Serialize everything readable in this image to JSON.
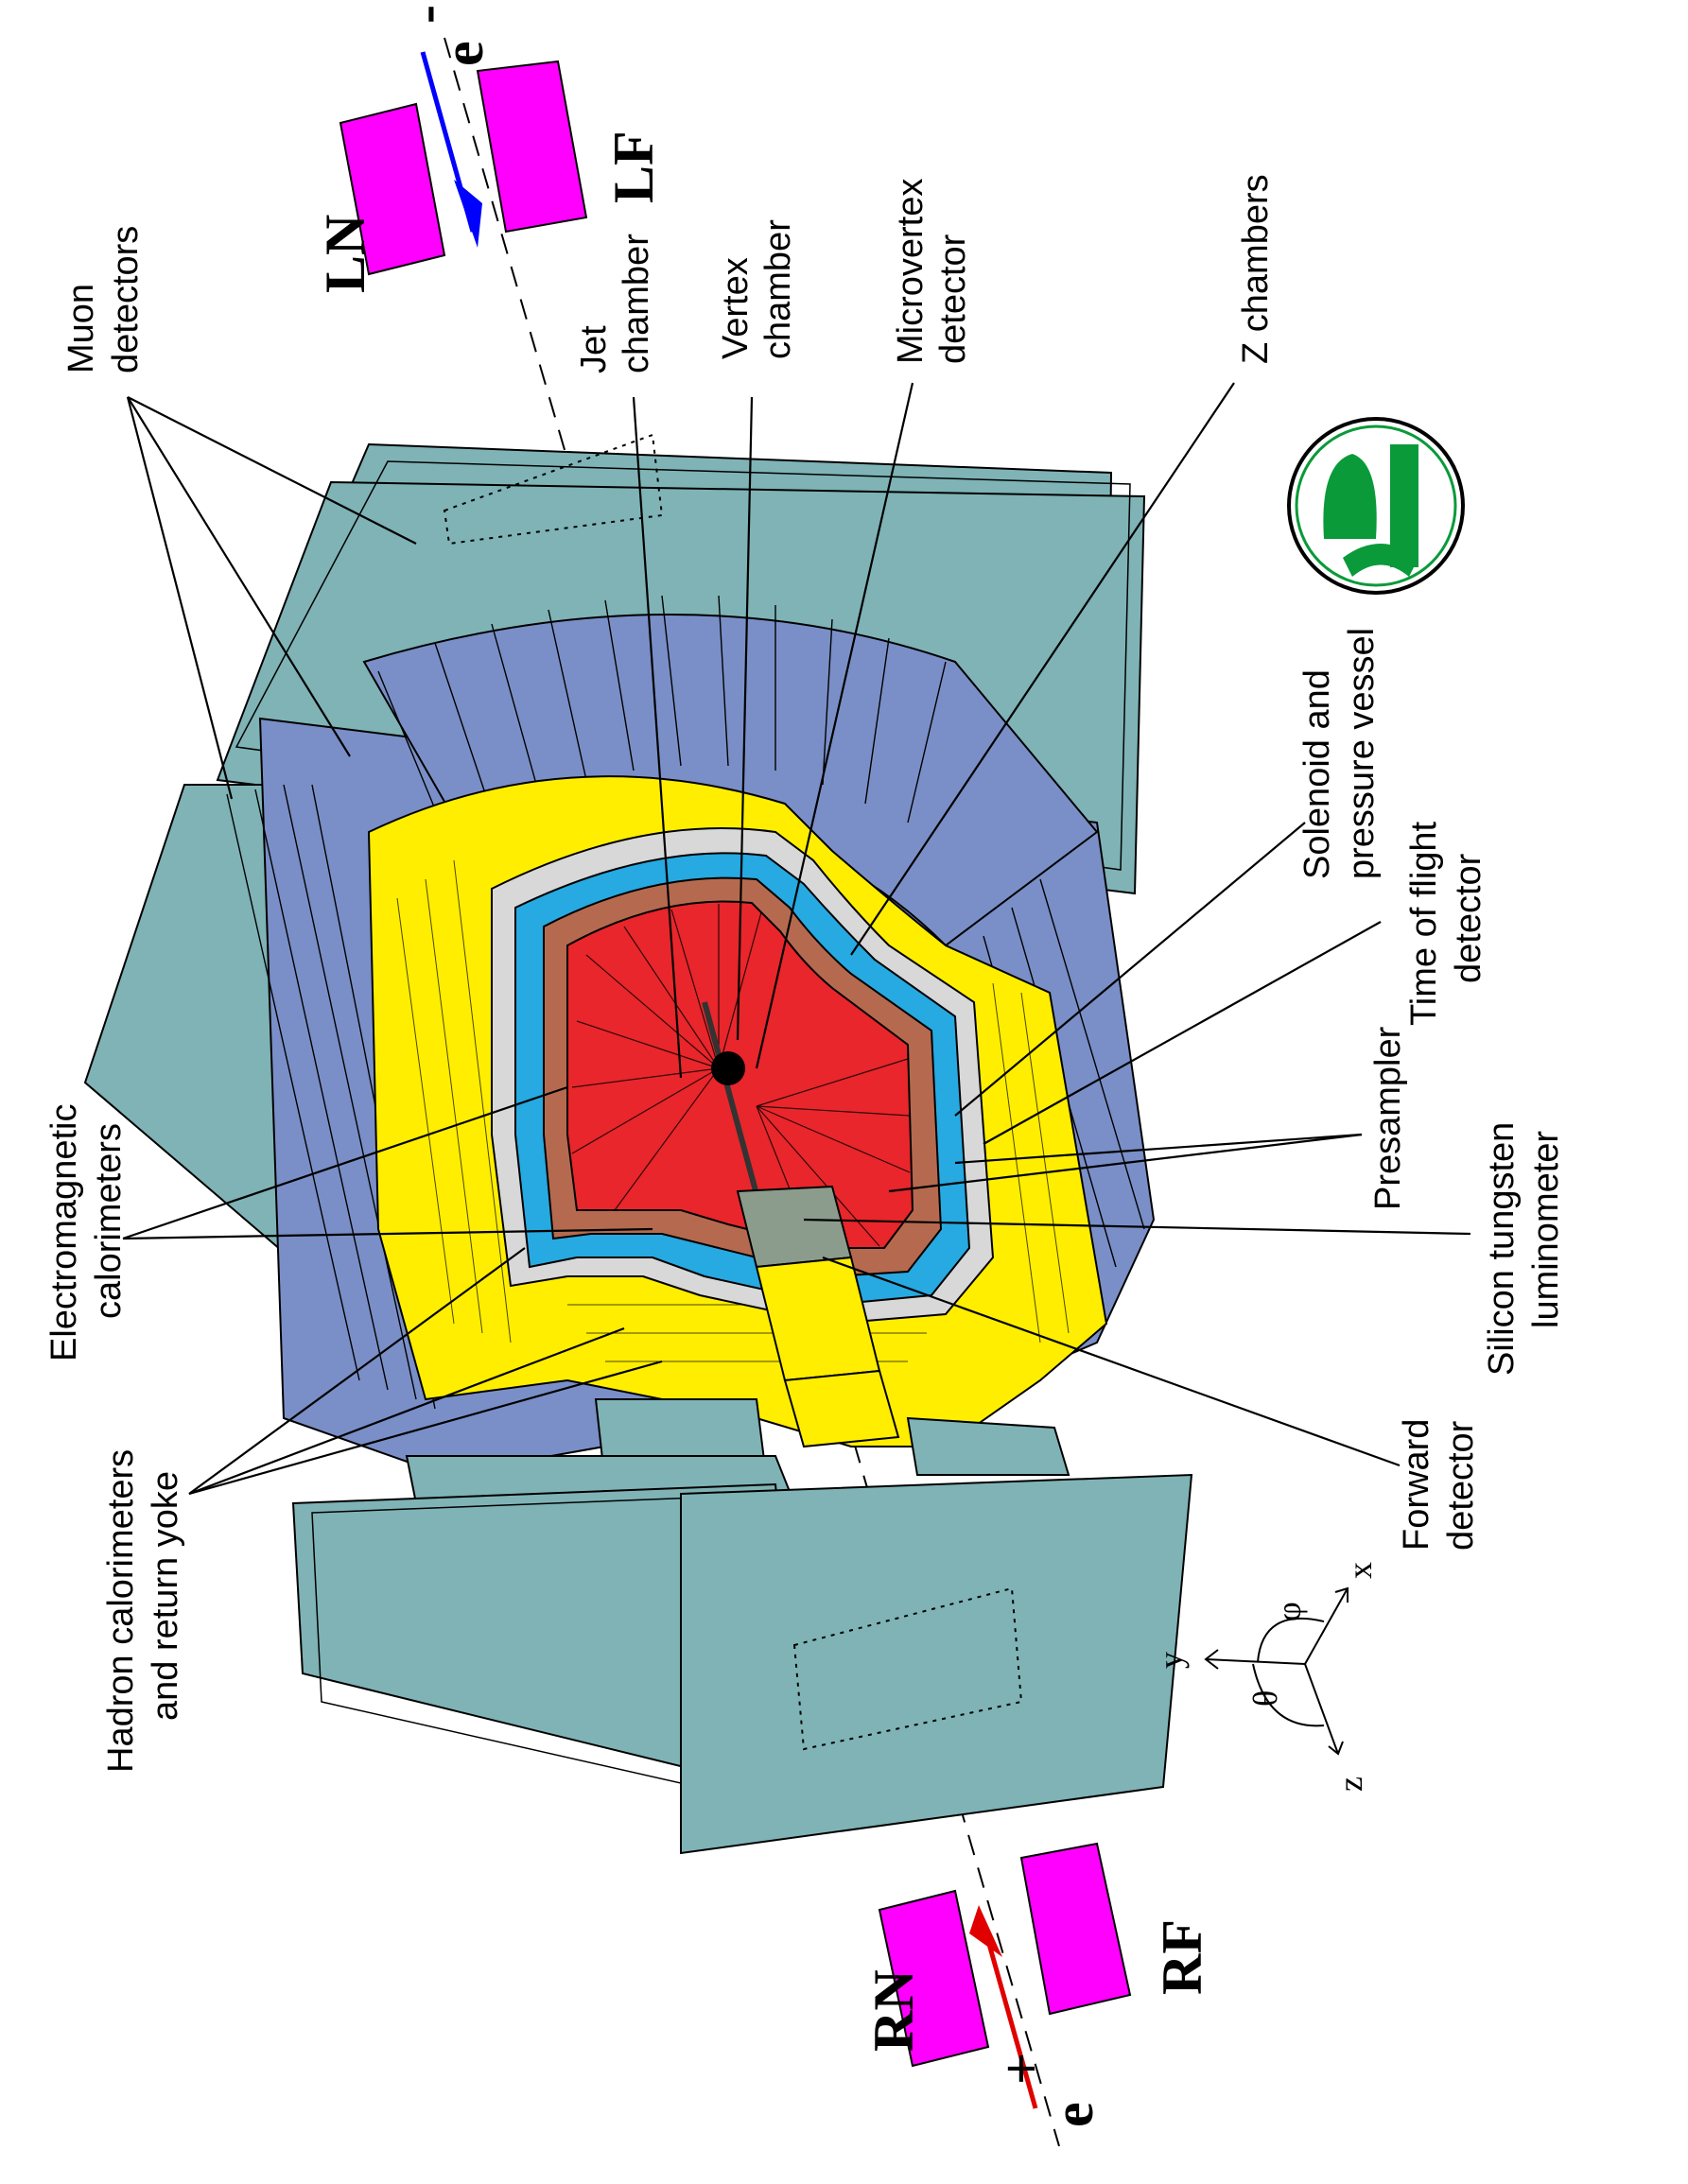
{
  "colors": {
    "muon": "#7fb3b6",
    "hadron": "#7a8fc7",
    "yoke_yellow": "#ffee00",
    "em_blue": "#27a9e1",
    "solenoid": "#b56a4f",
    "jet_chamber": "#e8262b",
    "magnet": "#ff00ff",
    "electron_beam": "#0000ff",
    "positron_beam": "#e00000",
    "logo_green": "#0a9a3a"
  },
  "beam_labels": {
    "electron": "e",
    "electron_sign": "-",
    "positron": "e",
    "positron_sign": "+",
    "LN": "LN",
    "LF": "LF",
    "RN": "RN",
    "RF": "RF"
  },
  "labels": {
    "muon_1": "Muon",
    "muon_2": "detectors",
    "jet_1": "Jet",
    "jet_2": "chamber",
    "vertex_1": "Vertex",
    "vertex_2": "chamber",
    "micro_1": "Microvertex",
    "micro_2": "detector",
    "z_chambers": "Z chambers",
    "solenoid_1": "Solenoid and",
    "solenoid_2": "pressure vessel",
    "tof_1": "Time of flight",
    "tof_2": "detector",
    "presampler": "Presampler",
    "silicon_1": "Silicon tungsten",
    "silicon_2": "luminometer",
    "forward_1": "Forward",
    "forward_2": "detector",
    "em_1": "Electromagnetic",
    "em_2": "calorimeters",
    "hadron_1": "Hadron calorimeters",
    "hadron_2": "and return yoke"
  },
  "axes": {
    "x": "x",
    "y": "y",
    "z": "z",
    "theta": "θ",
    "phi": "φ"
  }
}
